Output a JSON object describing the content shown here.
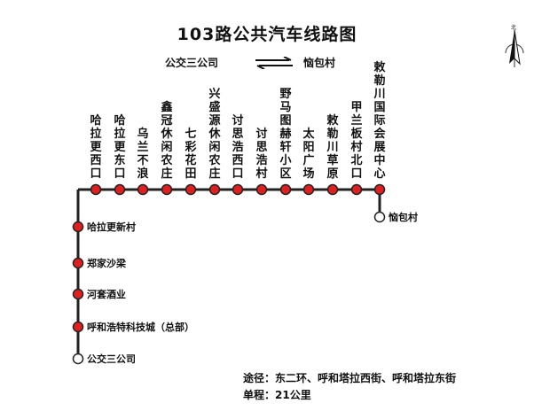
{
  "title": "103路公共汽车线路图",
  "direction": {
    "from": "公交三公司",
    "to": "恼包村"
  },
  "compass": {
    "label": "北"
  },
  "top_stops": [
    {
      "name": "哈拉更西口"
    },
    {
      "name": "哈拉更东口"
    },
    {
      "name": "乌兰不浪"
    },
    {
      "name": "鑫冠休闲农庄"
    },
    {
      "name": "七彩花田"
    },
    {
      "name": "兴盛源休闲农庄"
    },
    {
      "name": "讨思浩西口"
    },
    {
      "name": "讨思浩村"
    },
    {
      "name": "野马图赫轩小区"
    },
    {
      "name": "太阳广场"
    },
    {
      "name": "敕勒川草原"
    },
    {
      "name": "甲兰板村北口"
    },
    {
      "name": "敕勒川国际会展中心"
    }
  ],
  "left_stops": [
    {
      "name": "哈拉更新村"
    },
    {
      "name": "郑家沙梁"
    },
    {
      "name": "河套酒业"
    },
    {
      "name": "呼和浩特科技城（总部）"
    }
  ],
  "terminals": {
    "start": "公交三公司",
    "end": "恼包村"
  },
  "info": {
    "route": "途径：东二环、呼和塔拉西街、呼和塔拉东街",
    "distance": "单程：21公里"
  },
  "colors": {
    "line": "#222222",
    "stop_fill": "#e02020",
    "terminal_fill": "#ffffff"
  }
}
